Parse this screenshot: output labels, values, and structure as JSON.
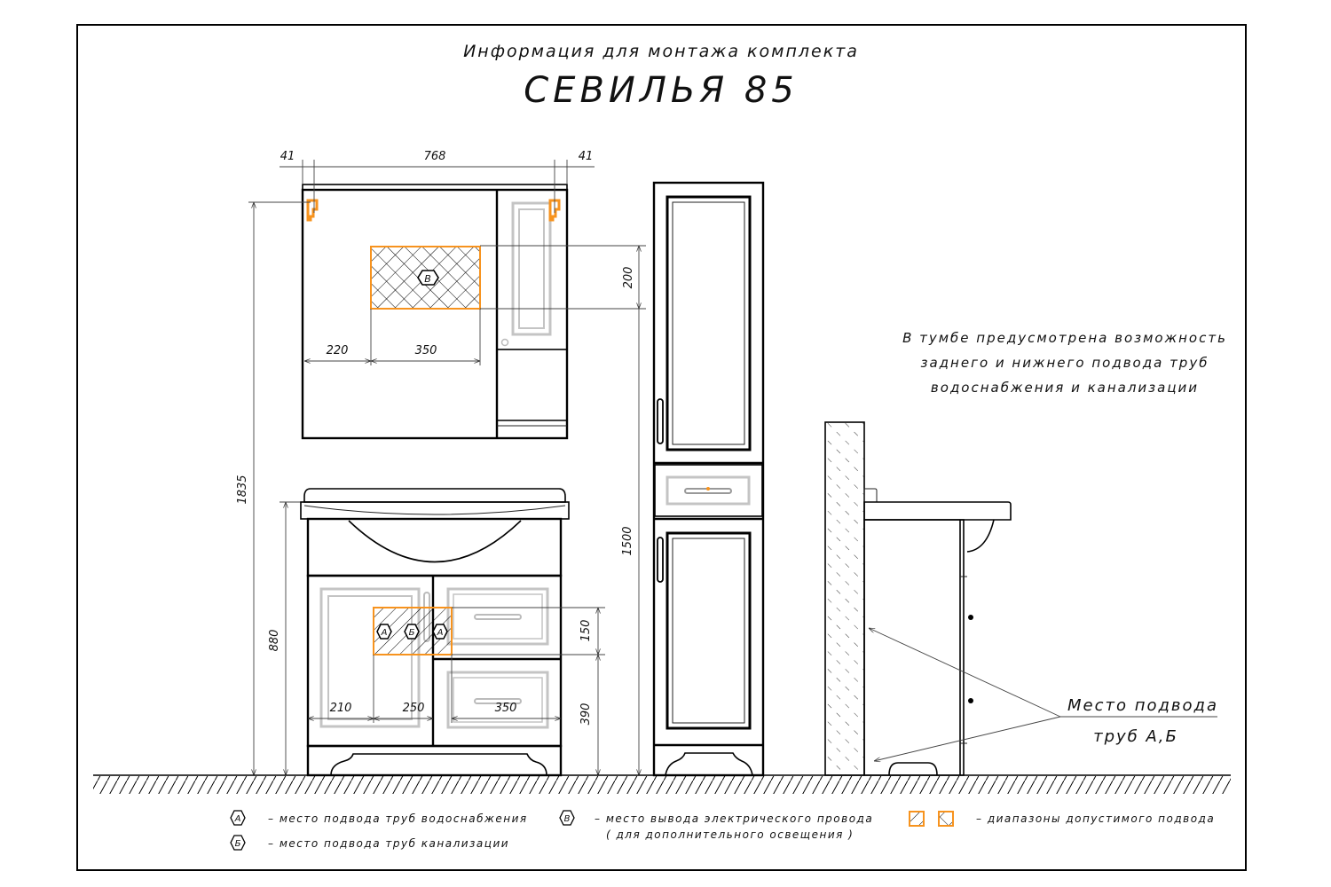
{
  "header": {
    "subtitle": "Информация для монтажа комплекта",
    "title": "СЕВИЛЬЯ 85"
  },
  "dimensions": {
    "mirror_left_margin": "41",
    "mirror_width": "768",
    "mirror_right_margin": "41",
    "outlet_height": "200",
    "outlet_left_offset": "220",
    "outlet_width": "350",
    "total_height": "1835",
    "vanity_height": "880",
    "pencil_height": "1500",
    "pipe_zone_height": "150",
    "pipe_zone_floor_offset": "390",
    "pipe_left_offset": "210",
    "pipe_zone_width": "250",
    "drawer_width": "350"
  },
  "markers": {
    "water": "А",
    "sewer": "Б",
    "electric": "В"
  },
  "note": {
    "line1": "В тумбе предусмотрена возможность",
    "line2": "заднего и нижнего подвода труб",
    "line3": "водоснабжения и канализации"
  },
  "callout": {
    "line1": "Место подвода",
    "line2": "труб А,Б"
  },
  "legend": {
    "water_marker": "А",
    "water_text": "– место подвода труб водоснабжения",
    "sewer_marker": "Б",
    "sewer_text": "– место подвода труб канализации",
    "electric_marker": "В",
    "electric_text": "– место вывода электрического провода",
    "electric_text2": "( для дополнительного освещения )",
    "ranges_text": "– диапазоны допустимого подвода"
  },
  "colors": {
    "accent": "#f7931e",
    "line": "#000000",
    "panel_grey": "#c4c4c4"
  }
}
